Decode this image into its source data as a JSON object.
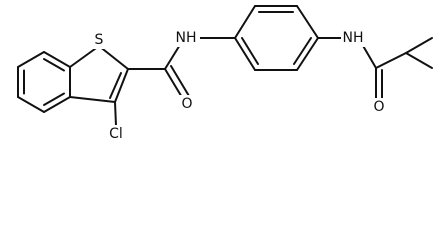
{
  "molecule": {
    "atom_labels": {
      "sulfur": "S",
      "chlorine": "Cl",
      "amide_nh_left": "NH",
      "amide_nh_right": "NH",
      "carbonyl_o_left": "O",
      "carbonyl_o_right": "O"
    },
    "colors": {
      "bond": "#111111",
      "background": "#ffffff"
    }
  }
}
